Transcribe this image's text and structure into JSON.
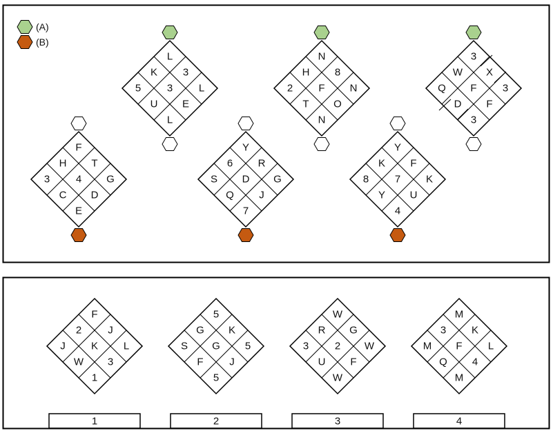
{
  "legend": [
    {
      "label": "(A)",
      "color": "#a9d18e"
    },
    {
      "label": "(B)",
      "color": "#c55a11"
    }
  ],
  "colors": {
    "green": "#a9d18e",
    "orange": "#c55a11",
    "empty": "#ffffff"
  },
  "puzzle": [
    {
      "id": "top-1",
      "top_hex": "green",
      "bottom_hex": "empty",
      "cells": [
        "L",
        "K",
        "3",
        "5",
        "3",
        "L",
        "U",
        "E",
        "L"
      ]
    },
    {
      "id": "top-2",
      "top_hex": "green",
      "bottom_hex": "empty",
      "cells": [
        "N",
        "H",
        "8",
        "2",
        "F",
        "N",
        "T",
        "O",
        "N"
      ]
    },
    {
      "id": "top-3",
      "top_hex": "green",
      "bottom_hex": "empty",
      "cells": [
        "3",
        "W",
        "X",
        "Q",
        "F",
        "3",
        "D",
        "F",
        "3"
      ]
    },
    {
      "id": "bottom-1",
      "top_hex": "empty",
      "bottom_hex": "orange",
      "cells": [
        "F",
        "H",
        "T",
        "3",
        "4",
        "G",
        "C",
        "D",
        "E"
      ]
    },
    {
      "id": "bottom-2",
      "top_hex": "empty",
      "bottom_hex": "orange",
      "cells": [
        "Y",
        "6",
        "R",
        "S",
        "D",
        "G",
        "Q",
        "J",
        "7"
      ]
    },
    {
      "id": "bottom-3",
      "top_hex": "empty",
      "bottom_hex": "orange",
      "cells": [
        "Y",
        "K",
        "F",
        "8",
        "7",
        "K",
        "Y",
        "U",
        "4"
      ]
    }
  ],
  "options": [
    {
      "label": "1",
      "cells": [
        "F",
        "2",
        "J",
        "J",
        "K",
        "L",
        "W",
        "3",
        "1"
      ]
    },
    {
      "label": "2",
      "cells": [
        "5",
        "G",
        "K",
        "S",
        "G",
        "5",
        "F",
        "J",
        "5"
      ]
    },
    {
      "label": "3",
      "cells": [
        "W",
        "R",
        "G",
        "3",
        "2",
        "W",
        "U",
        "F",
        "W"
      ]
    },
    {
      "label": "4",
      "cells": [
        "M",
        "3",
        "K",
        "M",
        "F",
        "L",
        "Q",
        "4",
        "M"
      ]
    }
  ]
}
